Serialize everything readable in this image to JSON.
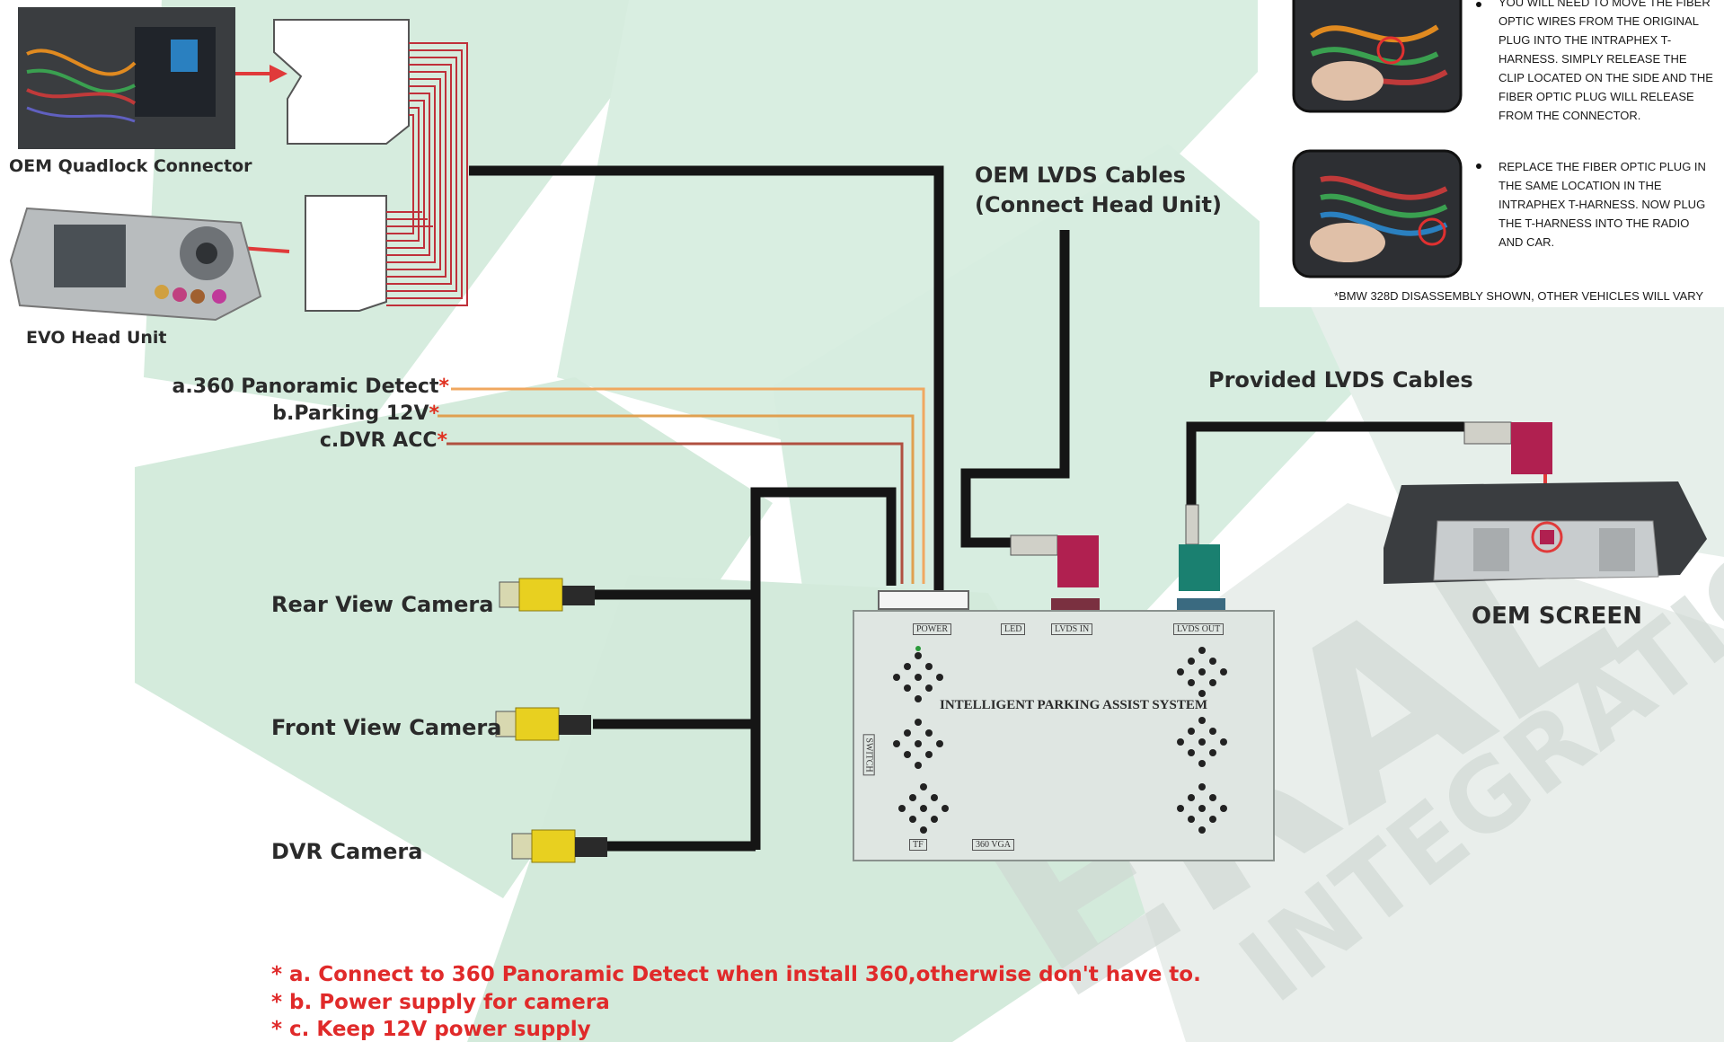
{
  "connectors": {
    "quadlock_label": "OEM Quadlock Connector",
    "evo_label": "EVO Head Unit"
  },
  "cables": {
    "oem_lvds_line1": "OEM LVDS Cables",
    "oem_lvds_line2": "(Connect Head Unit)",
    "provided_lvds": "Provided LVDS Cables"
  },
  "signals": [
    {
      "text": "a.360 Panoramic Detect",
      "star": "*",
      "color": "#f0a860"
    },
    {
      "text": "b.Parking 12V",
      "star": "*",
      "color": "#e0a050"
    },
    {
      "text": "c.DVR ACC",
      "star": "*",
      "color": "#b05040"
    }
  ],
  "cameras": [
    {
      "label": "Rear View Camera"
    },
    {
      "label": "Front View Camera"
    },
    {
      "label": "DVR Camera"
    }
  ],
  "device": {
    "title": "INTELLIGENT PARKING ASSIST SYSTEM",
    "ports": {
      "power": "POWER",
      "led": "LED",
      "lvds_in": "LVDS IN",
      "lvds_out": "LVDS OUT",
      "switch": "SWITCH",
      "tf": "TF",
      "vga": "360 VGA"
    }
  },
  "screen_label": "OEM SCREEN",
  "instructions": [
    "YOU WILL NEED TO MOVE THE FIBER OPTIC WIRES FROM THE ORIGINAL PLUG INTO THE INTRAPHEX T-HARNESS. SIMPLY RELEASE THE CLIP LOCATED ON THE SIDE AND THE FIBER OPTIC PLUG WILL RELEASE FROM THE CONNECTOR.",
    "REPLACE THE FIBER OPTIC PLUG IN THE SAME LOCATION IN THE INTRAPHEX T-HARNESS. NOW PLUG THE T-HARNESS INTO THE RADIO AND CAR."
  ],
  "disclaimer": "*BMW 328D DISASSEMBLY SHOWN, OTHER VEHICLES WILL VARY",
  "notes": [
    "* a. Connect to 360 Panoramic Detect when install 360,otherwise don't have to.",
    "* b. Power supply for camera",
    "* c. Keep 12V power supply"
  ],
  "colors": {
    "background_tint": "#cfe6d8",
    "cable": "#151515",
    "harness_red": "#c0303a",
    "lvds_in_plug": "#b02050",
    "lvds_out_plug": "#1a8070",
    "note_red": "#e02a2a"
  }
}
